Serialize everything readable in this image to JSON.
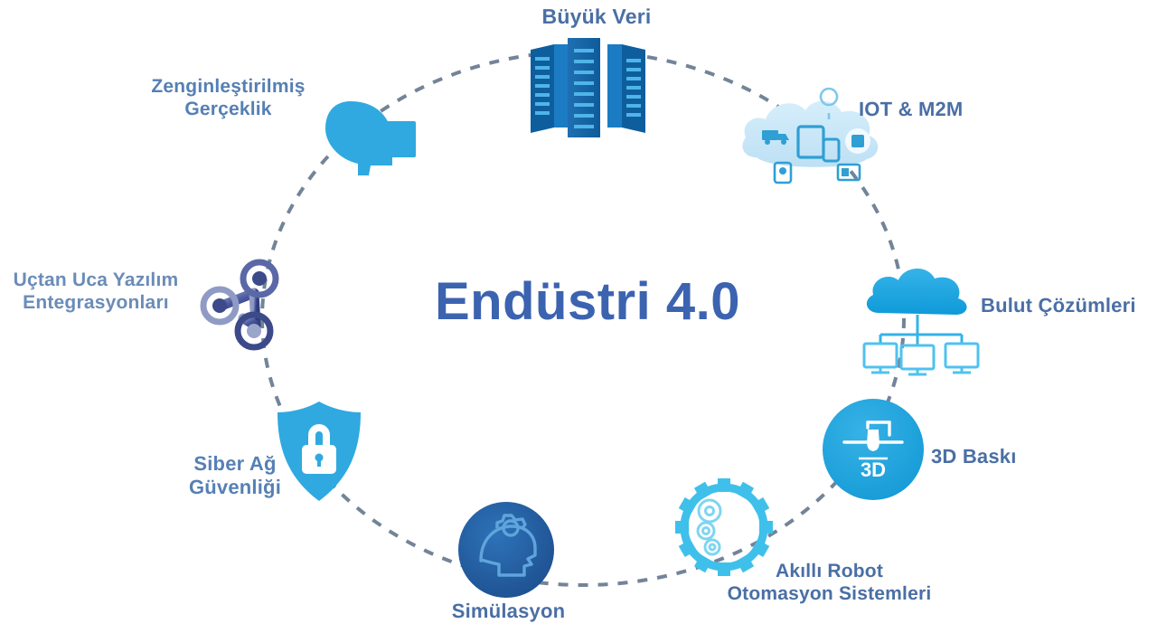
{
  "diagram": {
    "title": "Endüstri 4.0",
    "type": "circular-hub-and-spoke",
    "accent_colors": {
      "label_blue": "#4a6fa5",
      "title_blue": "#3c63b0",
      "icon_blue": "#2196d6",
      "icon_dark_blue": "#1a6fae",
      "icon_light_blue": "#bfe3f5",
      "icon_cyan": "#3fc0ea",
      "icon_indigo": "#3c4a8a",
      "path_gray": "#5a6f86"
    },
    "center": {
      "label": "Endüstri 4.0"
    },
    "nodes": [
      {
        "id": "big-data",
        "label": "Büyük Veri",
        "icon": "server-racks-icon",
        "position": "top",
        "angle_deg": 270
      },
      {
        "id": "augmented-reality",
        "label": "Zenginleştirilmiş\nGerçeklik",
        "icon": "head-ar-screen-icon",
        "position": "top-left",
        "angle_deg": 215
      },
      {
        "id": "iot-m2m",
        "label": "IOT & M2M",
        "icon": "cloud-devices-icon",
        "position": "top-right",
        "angle_deg": 320
      },
      {
        "id": "cloud-solutions",
        "label": "Bulut Çözümleri",
        "icon": "cloud-monitors-icon",
        "position": "right",
        "angle_deg": 0
      },
      {
        "id": "3d-printing",
        "label": "3D Baskı",
        "icon": "3d-printer-circle-icon",
        "position": "bottom-right",
        "angle_deg": 40
      },
      {
        "id": "robot-automation",
        "label": "Akıllı Robot\nOtomasyon Sistemleri",
        "icon": "gear-wheel-icon",
        "position": "bottom-right-lower",
        "angle_deg": 70
      },
      {
        "id": "simulation",
        "label": "Simülasyon",
        "icon": "head-gear-circle-icon",
        "position": "bottom",
        "angle_deg": 95
      },
      {
        "id": "cyber-security",
        "label": "Siber Ağ\nGüvenliği",
        "icon": "shield-lock-icon",
        "position": "bottom-left",
        "angle_deg": 135
      },
      {
        "id": "software-integration",
        "label": "Uçtan Uca Yazılım\nEntegrasyonları",
        "icon": "network-nodes-icon",
        "position": "left",
        "angle_deg": 180
      }
    ]
  }
}
